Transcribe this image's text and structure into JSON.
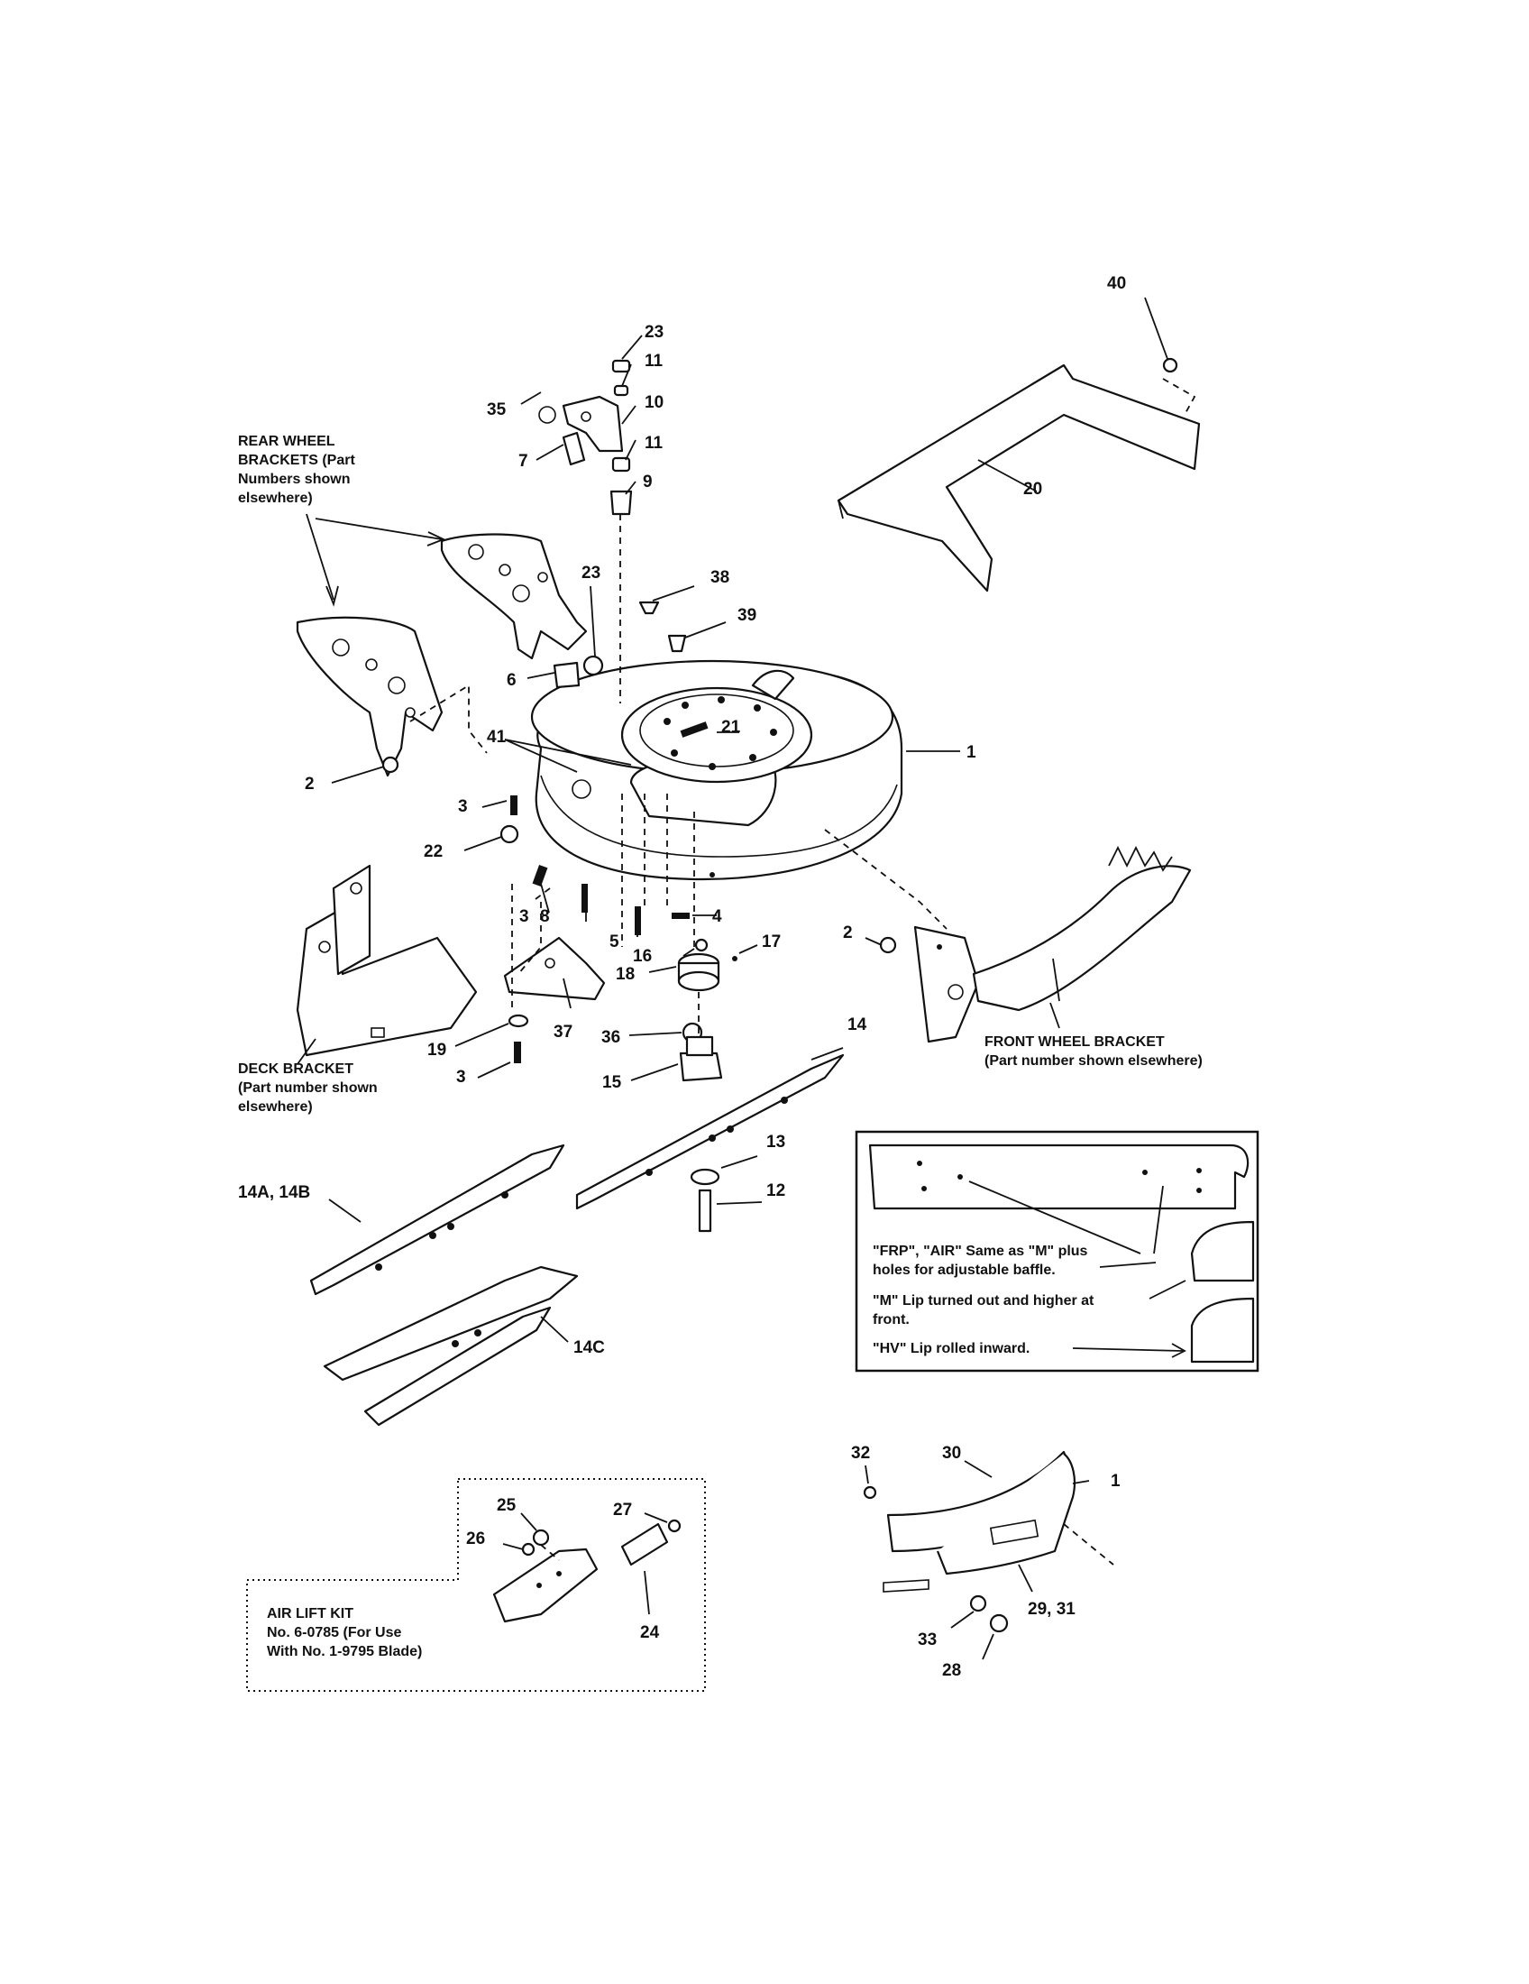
{
  "callouts": {
    "n1": "1",
    "n1b": "1",
    "n2a": "2",
    "n2b": "2",
    "n3a": "3",
    "n3b": "3",
    "n3c": "3",
    "n4": "4",
    "n5": "5",
    "n6": "6",
    "n7": "7",
    "n8": "8",
    "n9": "9",
    "n10": "10",
    "n11a": "11",
    "n11b": "11",
    "n12": "12",
    "n13": "13",
    "n14": "14",
    "n14ab": "14A, 14B",
    "n14c": "14C",
    "n15": "15",
    "n16": "16",
    "n17": "17",
    "n18": "18",
    "n19": "19",
    "n20": "20",
    "n21": "21",
    "n22": "22",
    "n23a": "23",
    "n23b": "23",
    "n24": "24",
    "n25": "25",
    "n26": "26",
    "n27": "27",
    "n28": "28",
    "n29_31": "29, 31",
    "n30": "30",
    "n32": "32",
    "n33": "33",
    "n35": "35",
    "n36": "36",
    "n37": "37",
    "n38": "38",
    "n39": "39",
    "n40": "40",
    "n41": "41"
  },
  "captions": {
    "rear_wheel": [
      "REAR WHEEL",
      "BRACKETS (Part",
      "Numbers shown",
      "elsewhere)"
    ],
    "deck_bracket": [
      "DECK BRACKET",
      "(Part number shown",
      "elsewhere)"
    ],
    "front_wheel": [
      "FRONT WHEEL BRACKET",
      "(Part number shown elsewhere)"
    ],
    "air_lift": [
      "AIR LIFT KIT",
      "No. 6-0785 (For Use",
      "With No. 1-9795 Blade)"
    ]
  },
  "inset_notes": {
    "frp_air": [
      "\"FRP\", \"AIR\" Same as \"M\" plus",
      "holes for adjustable baffle."
    ],
    "m_lip": [
      "\"M\" Lip turned out and higher at",
      "front."
    ],
    "hv_lip": "\"HV\" Lip rolled inward."
  }
}
